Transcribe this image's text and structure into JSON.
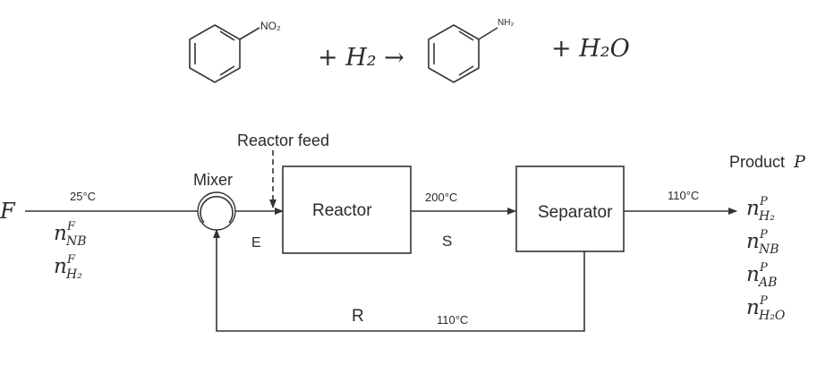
{
  "reaction": {
    "nitro_group": "NO₂",
    "amine_group": "NH₂",
    "plus_h2": "+ H₂ →",
    "plus_water": "+ H₂O"
  },
  "diagram": {
    "feed_label": "F",
    "feed_temp": "25°C",
    "mixer_label": "Mixer",
    "reactor_feed_label": "Reactor feed",
    "reactor_label": "Reactor",
    "separator_label": "Separator",
    "stream_e": "E",
    "stream_s": "S",
    "stream_r": "R",
    "reactor_out_temp": "200°C",
    "separator_out_temp": "110°C",
    "recycle_temp": "110°C",
    "product_label": "Product",
    "product_symbol": "P"
  },
  "feed_flows": [
    {
      "base": "n",
      "sup": "F",
      "sub": "NB"
    },
    {
      "base": "n",
      "sup": "F",
      "sub": "H₂"
    }
  ],
  "product_flows": [
    {
      "base": "n",
      "sup": "P",
      "sub": "H₂"
    },
    {
      "base": "n",
      "sup": "P",
      "sub": "NB"
    },
    {
      "base": "n",
      "sup": "P",
      "sub": "AB"
    },
    {
      "base": "n",
      "sup": "P",
      "sub": "H₂O"
    }
  ],
  "colors": {
    "line": "#333333",
    "text": "#2a2a2a",
    "background": "#ffffff"
  }
}
